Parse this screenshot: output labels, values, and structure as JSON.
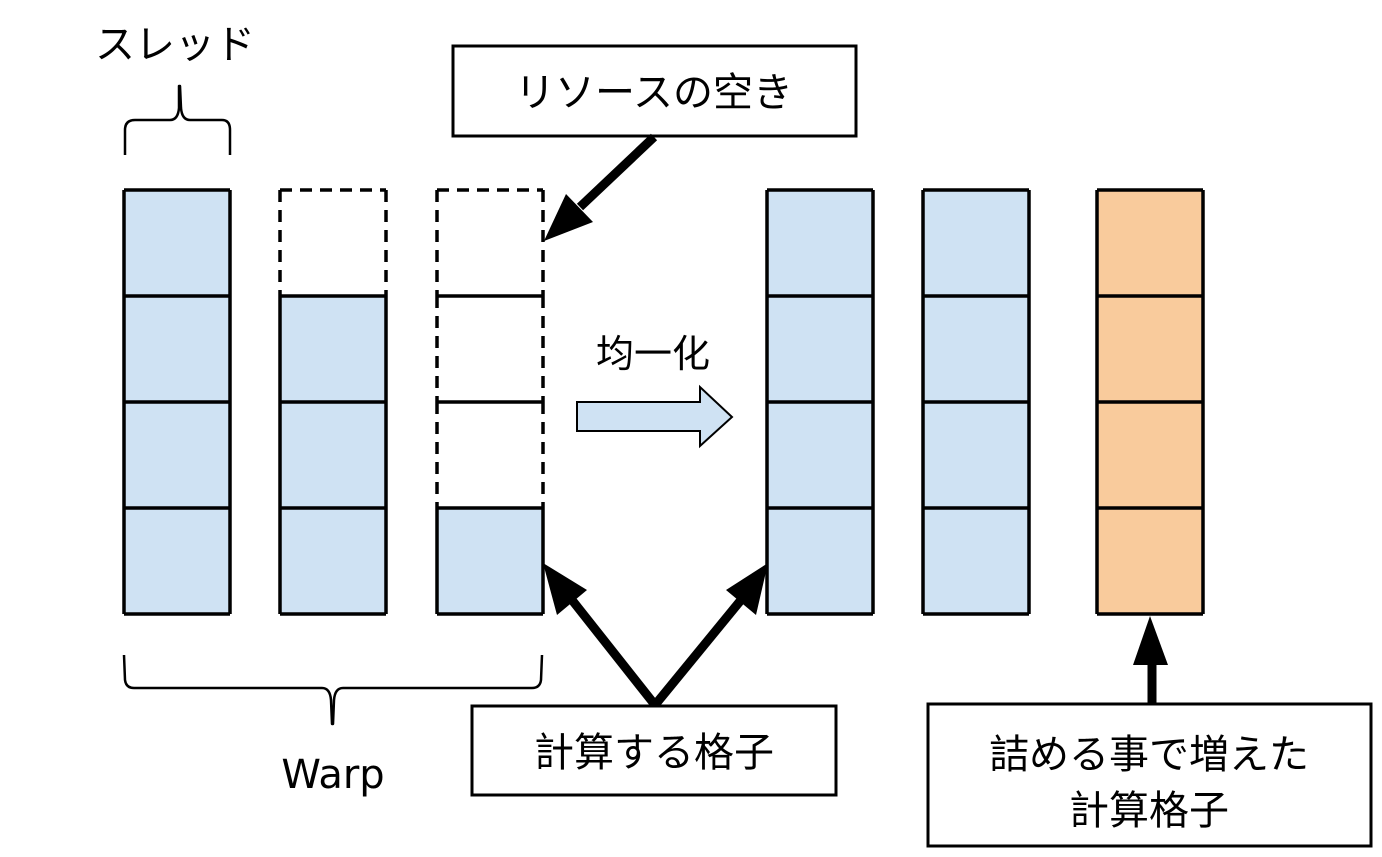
{
  "colors": {
    "thread_fill": "#cfe2f3",
    "added_fill": "#f9cb9c",
    "empty_fill": "#ffffff",
    "stroke": "#000000"
  },
  "labels": {
    "thread": "スレッド",
    "warp": "Warp",
    "resource_free": "リソースの空き",
    "equalize": "均一化",
    "computed_cells": "計算する格子",
    "added_cells_line1": "詰める事で増えた",
    "added_cells_line2": "計算格子"
  },
  "before": {
    "name": "before-equalization",
    "columns": [
      {
        "cells": [
          "filled",
          "filled",
          "filled",
          "filled"
        ]
      },
      {
        "cells": [
          "empty",
          "filled",
          "filled",
          "filled"
        ]
      },
      {
        "cells": [
          "empty",
          "empty",
          "empty",
          "filled"
        ]
      }
    ]
  },
  "after": {
    "name": "after-equalization",
    "columns": [
      {
        "cells": [
          "filled",
          "filled",
          "filled",
          "filled"
        ]
      },
      {
        "cells": [
          "filled",
          "filled",
          "filled",
          "filled"
        ]
      },
      {
        "cells": [
          "added",
          "added",
          "added",
          "added"
        ]
      }
    ]
  }
}
